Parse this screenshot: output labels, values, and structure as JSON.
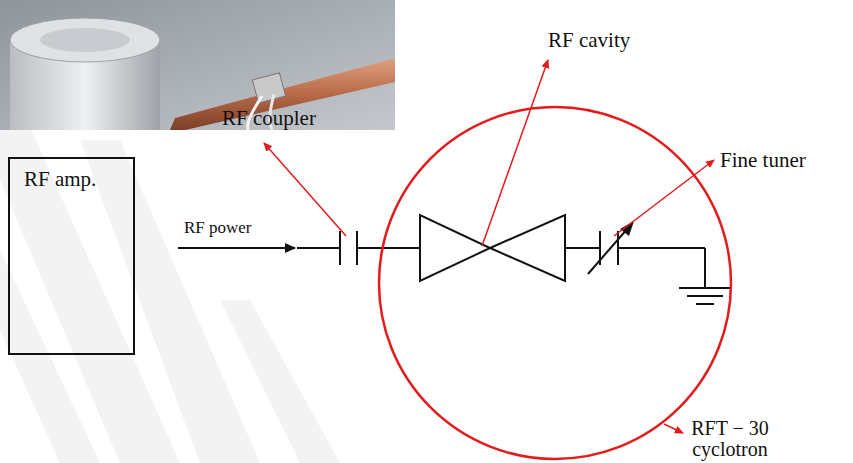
{
  "diagram": {
    "nodes": [
      {
        "text": [
          "RF amp."
        ]
      },
      {
        "text": [
          "RFT − 30 cyclotron"
        ]
      }
    ],
    "edges": [
      {
        "from": 0,
        "to": 1,
        "label": "RF power",
        "arrow": "to"
      }
    ],
    "labels": [
      "RF coupler",
      "RF cavity",
      "Fine tuner"
    ]
  }
}
